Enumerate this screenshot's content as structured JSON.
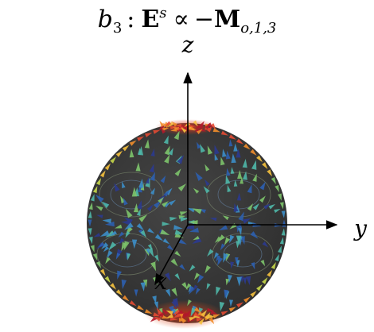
{
  "title": {
    "b": "b",
    "b_sub": "3",
    "colon": ":",
    "E": "E",
    "E_sup": "s",
    "propto": "∝",
    "minus": "−",
    "M": "M",
    "M_sub": "o,1,3"
  },
  "axes": {
    "x": "x",
    "y": "y",
    "z": "z"
  },
  "colors": {
    "sphere": "#3b3b3b",
    "axis": "#000000",
    "arrow_palette": [
      "#b2182b",
      "#e34a33",
      "#f28e2b",
      "#f6c23e",
      "#c6d84a",
      "#7dc46b",
      "#4fb7a8",
      "#3c8ec8",
      "#2c5fb0",
      "#2b3a8f"
    ]
  }
}
